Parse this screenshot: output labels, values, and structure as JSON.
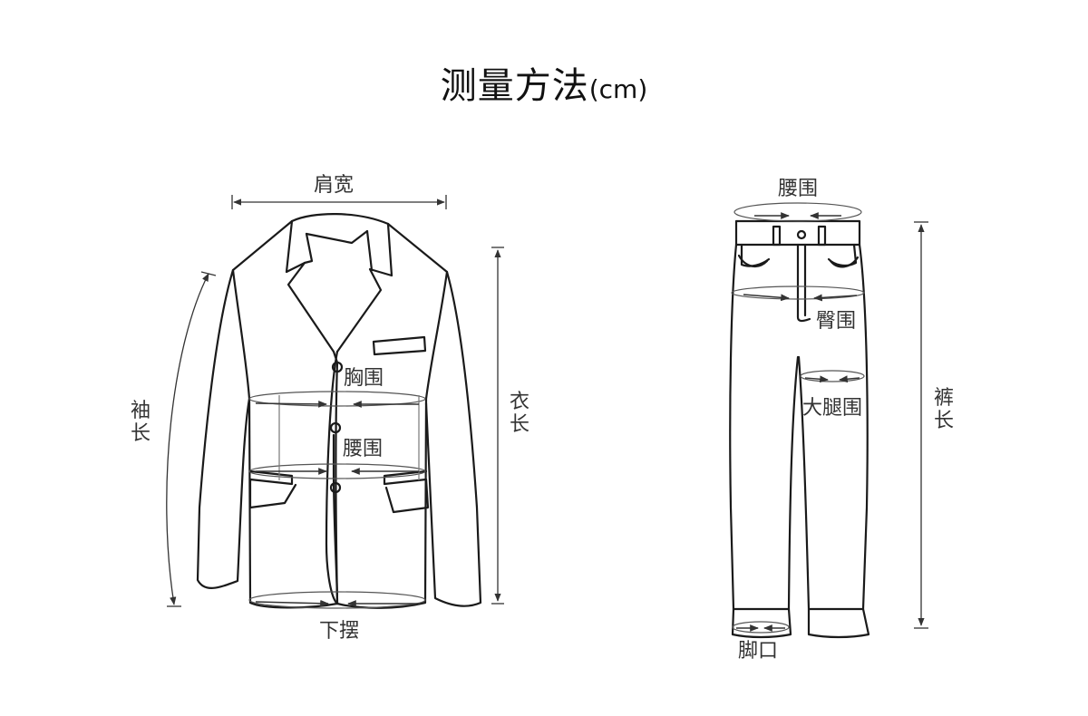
{
  "title": {
    "main": "测量方法",
    "unit": "(cm)"
  },
  "jacket": {
    "shoulder": "肩宽",
    "sleeve": "袖长",
    "length": "衣长",
    "chest": "胸围",
    "waist": "腰围",
    "hem": "下摆"
  },
  "pants": {
    "waist": "腰围",
    "hip": "臀围",
    "thigh": "大腿围",
    "length": "裤长",
    "leg_opening": "脚口"
  }
}
